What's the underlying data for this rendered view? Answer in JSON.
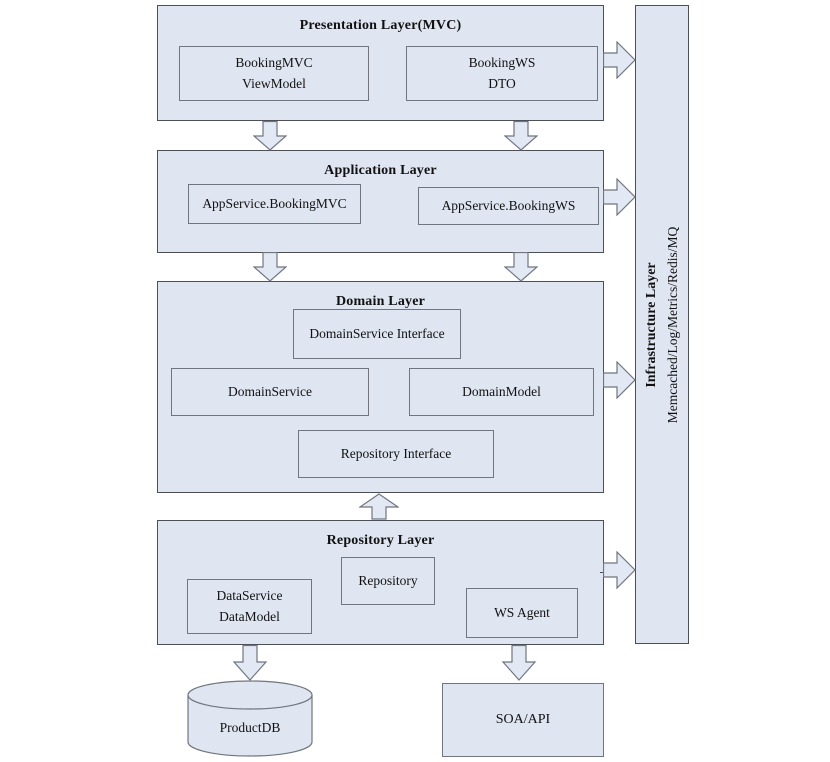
{
  "layers": [
    {
      "title": "Presentation Layer(MVC)",
      "boxes": [
        {
          "lines": [
            "BookingMVC",
            "ViewModel"
          ]
        },
        {
          "lines": [
            "BookingWS",
            "DTO"
          ]
        }
      ]
    },
    {
      "title": "Application Layer",
      "boxes": [
        {
          "lines": [
            "AppService.BookingMVC"
          ]
        },
        {
          "lines": [
            "AppService.BookingWS"
          ]
        }
      ]
    },
    {
      "title": "Domain Layer",
      "boxes": [
        {
          "lines": [
            "DomainService Interface"
          ]
        },
        {
          "lines": [
            "DomainService"
          ]
        },
        {
          "lines": [
            "DomainModel"
          ]
        },
        {
          "lines": [
            "Repository Interface"
          ]
        }
      ]
    },
    {
      "title": "Repository Layer",
      "boxes": [
        {
          "lines": [
            "Repository"
          ]
        },
        {
          "lines": [
            "DataService",
            "DataModel"
          ]
        },
        {
          "lines": [
            "WS Agent"
          ]
        }
      ]
    }
  ],
  "infrastructure": {
    "title": "Infrastructure Layer",
    "subtitle": "Memcached/Log/Metrics/Redis/MQ"
  },
  "external": {
    "database": "ProductDB",
    "service": "SOA/API"
  },
  "colors": {
    "box_fill": "#dfe5f1",
    "arrow_fill": "#e3e9f4",
    "outer_border": "#4c4f55",
    "inner_border": "#70757f",
    "text": "#111111",
    "background": "#ffffff"
  }
}
